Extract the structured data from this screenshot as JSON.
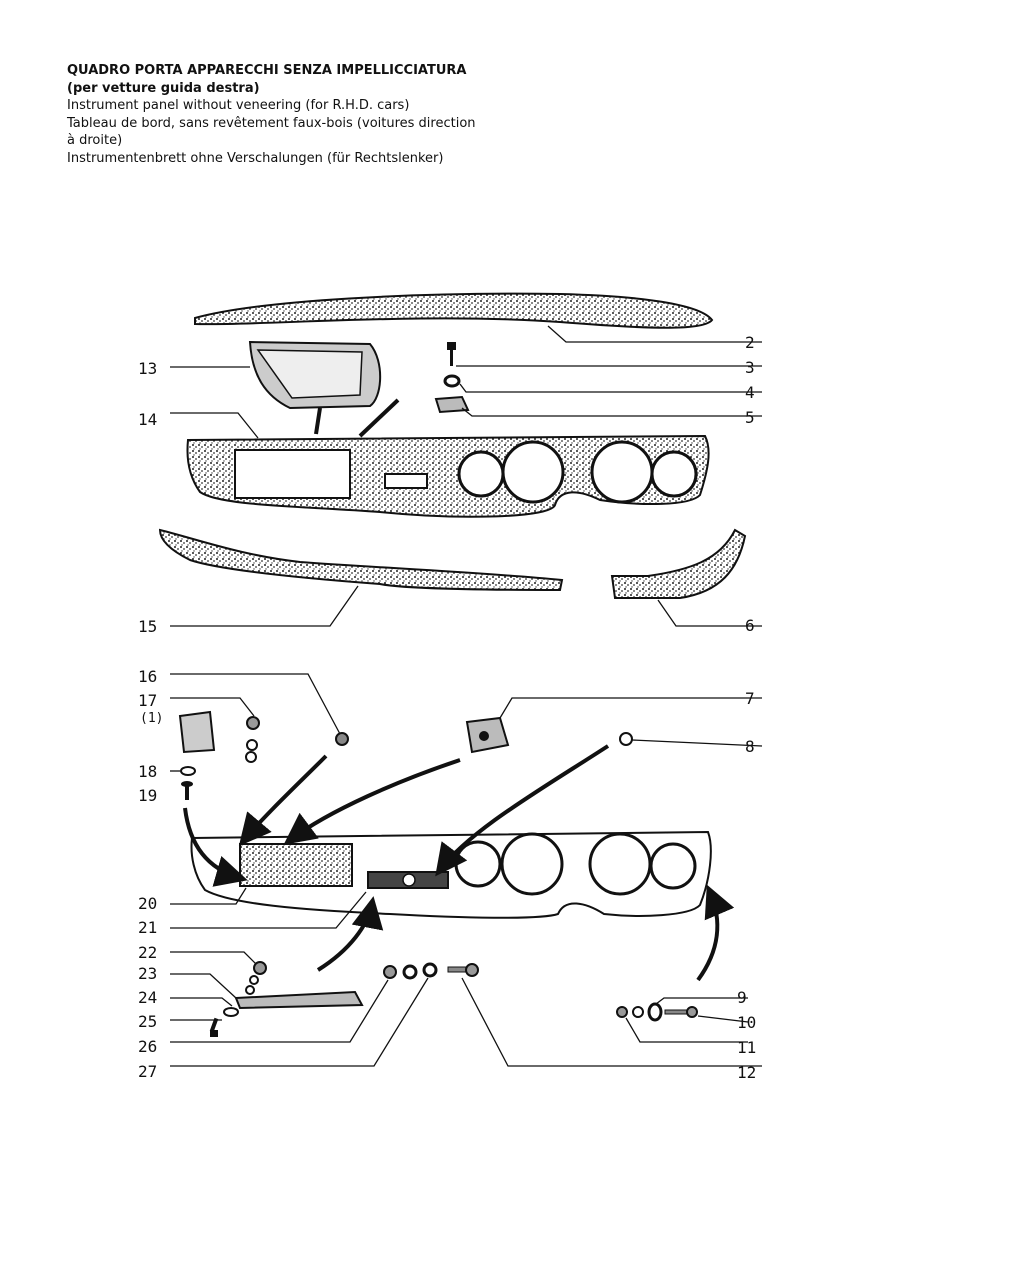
{
  "header": {
    "title": "QUADRO PORTA APPARECCHI SENZA IMPELLICCIATURA",
    "subtitle_it": "(per vetture guida destra)",
    "caption_en": "Instrument panel without veneering (for R.H.D. cars)",
    "caption_fr_1": "Tableau de bord, sans revêtement faux-bois (voitures direction",
    "caption_fr_2": "à droite)",
    "caption_de": "Instrumentenbrett ohne Verschalungen (für Rechtslenker)"
  },
  "callouts": {
    "n2": "2",
    "n3": "3",
    "n4": "4",
    "n5": "5",
    "n6": "6",
    "n7": "7",
    "n8": "8",
    "n9": "9",
    "n10": "10",
    "n11": "11",
    "n12": "12",
    "n13": "13",
    "n14": "14",
    "n15": "15",
    "n16": "16",
    "n17": "17",
    "n17_note": "(1)",
    "n18": "18",
    "n19": "19",
    "n20": "20",
    "n21": "21",
    "n22": "22",
    "n23": "23",
    "n24": "24",
    "n25": "25",
    "n26": "26",
    "n27": "27"
  },
  "colors": {
    "ink": "#111111",
    "paper": "#ffffff",
    "stipple": "#6b6b6b"
  }
}
